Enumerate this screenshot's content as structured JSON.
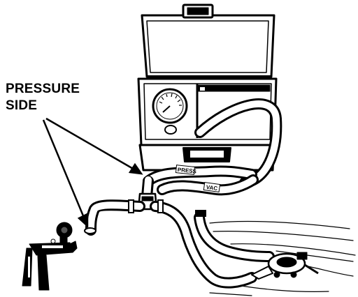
{
  "callout": {
    "line1": "PRESSURE",
    "line2": "SIDE"
  },
  "hoses": {
    "press_label": "PRESS",
    "vac_label": "VAC"
  },
  "colors": {
    "ink": "#000000",
    "paper": "#ffffff",
    "shade": "#555555"
  }
}
